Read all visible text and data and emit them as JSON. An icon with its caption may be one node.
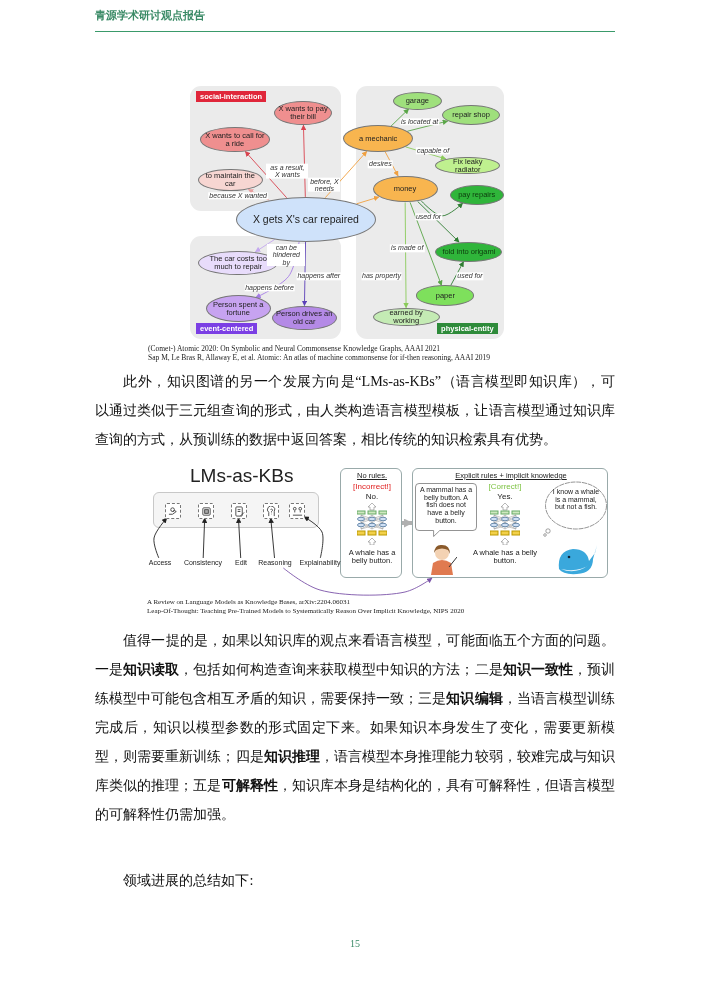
{
  "diagram": {
    "nodes": [
      {
        "text": [
          "social-interaction"
        ]
      },
      {
        "text": [
          "event-centered"
        ]
      },
      {
        "text": [
          "physical-entity"
        ]
      },
      {
        "text": [
          "X wants to pay their bill"
        ],
        "in": 0
      },
      {
        "text": [
          "X wants to call for a ride"
        ],
        "in": 0
      },
      {
        "text": [
          "to maintain the car"
        ],
        "in": 0
      },
      {
        "text": [
          "X gets X's car repaired"
        ]
      },
      {
        "text": [
          "The car costs too much to repair"
        ],
        "in": 1
      },
      {
        "text": [
          "Person spent a fortune"
        ],
        "in": 1
      },
      {
        "text": [
          "Person drives an old car"
        ],
        "in": 1
      },
      {
        "text": [
          "garage"
        ],
        "in": 2
      },
      {
        "text": [
          "repair shop"
        ],
        "in": 2
      },
      {
        "text": [
          "a mechanic"
        ]
      },
      {
        "text": [
          "Fix leaky radiator"
        ],
        "in": 2
      },
      {
        "text": [
          "money"
        ],
        "in": 2
      },
      {
        "text": [
          "pay repairs"
        ],
        "in": 2
      },
      {
        "text": [
          "fold into origami"
        ],
        "in": 2
      },
      {
        "text": [
          "paper"
        ],
        "in": 2
      },
      {
        "text": [
          "earned by working"
        ],
        "in": 2
      },
      {
        "text": [
          "LMs-as-KBs"
        ]
      },
      {
        "text": [],
        "shape": "box",
        "in": 19
      },
      {
        "text": [],
        "shape": "box",
        "in": 19
      },
      {
        "text": [],
        "shape": "box",
        "in": 19
      },
      {
        "text": [],
        "shape": "box",
        "in": 19
      },
      {
        "text": [],
        "shape": "box",
        "in": 19
      },
      {
        "text": [
          "Access"
        ]
      },
      {
        "text": [
          "Consistency"
        ]
      },
      {
        "text": [
          "Edit"
        ]
      },
      {
        "text": [
          "Reasoning"
        ]
      },
      {
        "text": [
          "Explainability"
        ]
      },
      {
        "text": [
          "No rules.",
          "[Incorrect!]",
          "No.",
          "A whale has a belly button."
        ]
      },
      {
        "text": [
          "Explicit rules + implicit knowledge",
          "[Correct!]",
          "Yes.",
          "A whale has a belly button."
        ]
      },
      {
        "text": [
          "A mammal has a belly button. A fish does not have a belly button."
        ],
        "in": 31
      },
      {
        "text": [
          "I know a whale is a mammal, but not a fish."
        ],
        "in": 31
      }
    ],
    "edges": [
      {
        "from": 6,
        "to": 3,
        "arrow": "to",
        "label": "as a result, X wants",
        "color": "#d9434f"
      },
      {
        "from": 6,
        "to": 4,
        "arrow": "to",
        "color": "#d9434f"
      },
      {
        "from": 6,
        "to": 5,
        "arrow": "to",
        "label": "because X wanted",
        "color": "#e8a0a0"
      },
      {
        "from": 6,
        "to": 12,
        "arrow": "to",
        "label": "before, X needs",
        "color": "#f0a040"
      },
      {
        "from": 6,
        "to": 14,
        "arrow": "to",
        "color": "#f0a040"
      },
      {
        "from": 12,
        "to": 10,
        "arrow": "to",
        "label": "is located at",
        "color": "#5aa648"
      },
      {
        "from": 12,
        "to": 11,
        "arrow": "to",
        "color": "#5aa648"
      },
      {
        "from": 12,
        "to": 13,
        "arrow": "to",
        "label": "capable of",
        "color": "#8acb5a"
      },
      {
        "from": 12,
        "to": 14,
        "arrow": "to",
        "label": "desires",
        "color": "#f0a040"
      },
      {
        "from": 14,
        "to": 15,
        "arrow": "to",
        "label": "used for",
        "color": "#2f7d32"
      },
      {
        "from": 14,
        "to": 16,
        "arrow": "to",
        "color": "#2f7d32"
      },
      {
        "from": 14,
        "to": 17,
        "arrow": "to",
        "label": "is made of",
        "color": "#5aa648"
      },
      {
        "from": 14,
        "to": 18,
        "arrow": "to",
        "label": "has property",
        "color": "#8acb5a"
      },
      {
        "from": 17,
        "to": 16,
        "arrow": "to",
        "label": "used for",
        "color": "#2f7d32"
      },
      {
        "from": 6,
        "to": 7,
        "arrow": "to",
        "label": "can be hindered by",
        "color": "#c4a8ee"
      },
      {
        "from": 6,
        "to": 8,
        "arrow": "to",
        "label": "happens before",
        "color": "#a57ae6"
      },
      {
        "from": 6,
        "to": 9,
        "arrow": "to",
        "label": "happens after",
        "color": "#5b3fb8"
      },
      {
        "from": 25,
        "to": 20,
        "arrow": "to"
      },
      {
        "from": 26,
        "to": 21,
        "arrow": "to"
      },
      {
        "from": 27,
        "to": 22,
        "arrow": "to"
      },
      {
        "from": 28,
        "to": 23,
        "arrow": "to"
      },
      {
        "from": 29,
        "to": 24,
        "arrow": "to"
      },
      {
        "from": 28,
        "to": 31,
        "arrow": "to",
        "color": "#7a52a8"
      },
      {
        "from": 30,
        "to": 31,
        "arrow": "to",
        "style": "thick",
        "color": "#b0b0b0"
      }
    ],
    "labels": [
      "青源学术研讨观点报告",
      "(Comet-) Atomic 2020: On Symbolic and Neural Commonsense Knowledge Graphs, AAAI 2021",
      "Sap M, Le Bras R, Allaway E, et al. Atomic: An atlas of machine commonsense for if-then reasoning, AAAI 2019",
      "此外，知识图谱的另一个发展方向是“LMs-as-KBs”（语言模型即知识库），可以通过类似于三元组查询的形式，由人类构造语言模型模板，让语言模型通过知识库查询的方式，从预训练的数据中返回答案，相比传统的知识检索具有优势。",
      "A Review on Language Models as Knowledge Bases, arXiv:2204.06031",
      "Leap-Of-Thought: Teaching Pre-Trained Models to Systematically Reason Over Implicit Knowledge, NIPS 2020",
      "值得一提的是，如果以知识库的观点来看语言模型，可能面临五个方面的问题。一是**知识读取**，包括如何构造查询来获取模型中知识的方法；二是**知识一致性**，预训练模型中可能包含相互矛盾的知识，需要保持一致；三是**知识编辑**，当语言模型训练完成后，知识以模型参数的形式固定下来。如果知识本身发生了变化，需要更新模型，则需要重新训练；四是**知识推理**，语言模型本身推理能力较弱，较难完成与知识库类似的推理；五是**可解释性**，知识库本身是结构化的，具有可解释性，但语言模型的可解释性仍需加强。",
      "领域进展的总结如下:",
      "15"
    ]
  }
}
